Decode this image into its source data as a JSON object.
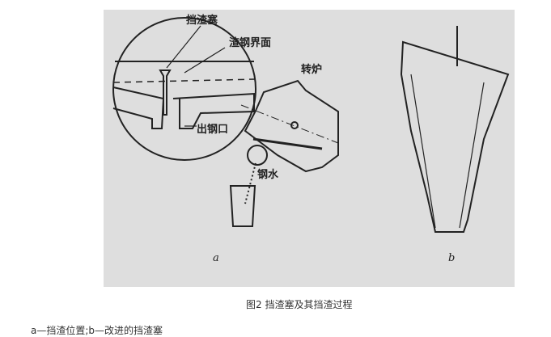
{
  "figure": {
    "labels": {
      "plug": "挡渣塞",
      "interface": "渣钢界面",
      "converter": "转炉",
      "taphole": "出钢口",
      "steel": "钢水",
      "part_a": "a",
      "part_b": "b"
    }
  },
  "caption": "图2 挡渣塞及其挡渣过程",
  "legend": "a—挡渣位置;b—改进的挡渣塞"
}
